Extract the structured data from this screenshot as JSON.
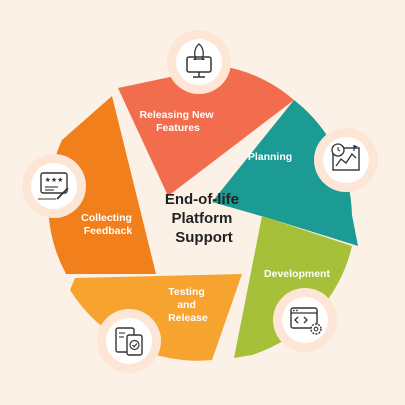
{
  "center": {
    "lines": [
      "End-of-life",
      "Platform",
      "Support"
    ]
  },
  "segments": [
    {
      "id": "releasing",
      "lines": [
        "Releasing New",
        "Features"
      ],
      "color": "#f26d4d",
      "icon": "rocket-monitor-icon"
    },
    {
      "id": "planning",
      "lines": [
        "Planning"
      ],
      "color": "#1c9a94",
      "icon": "planning-chart-icon"
    },
    {
      "id": "development",
      "lines": [
        "Development"
      ],
      "color": "#a7c03a",
      "icon": "code-window-gear-icon"
    },
    {
      "id": "testing",
      "lines": [
        "Testing",
        "and",
        "Release"
      ],
      "color": "#f6a32f",
      "icon": "testing-devices-icon"
    },
    {
      "id": "feedback",
      "lines": [
        "Collecting",
        "Feedback"
      ],
      "color": "#f07f1c",
      "icon": "rating-feedback-icon"
    }
  ],
  "colors": {
    "background": "#fcf1e7",
    "icon_ring": "#fde6d6",
    "text_dark": "#222222"
  }
}
